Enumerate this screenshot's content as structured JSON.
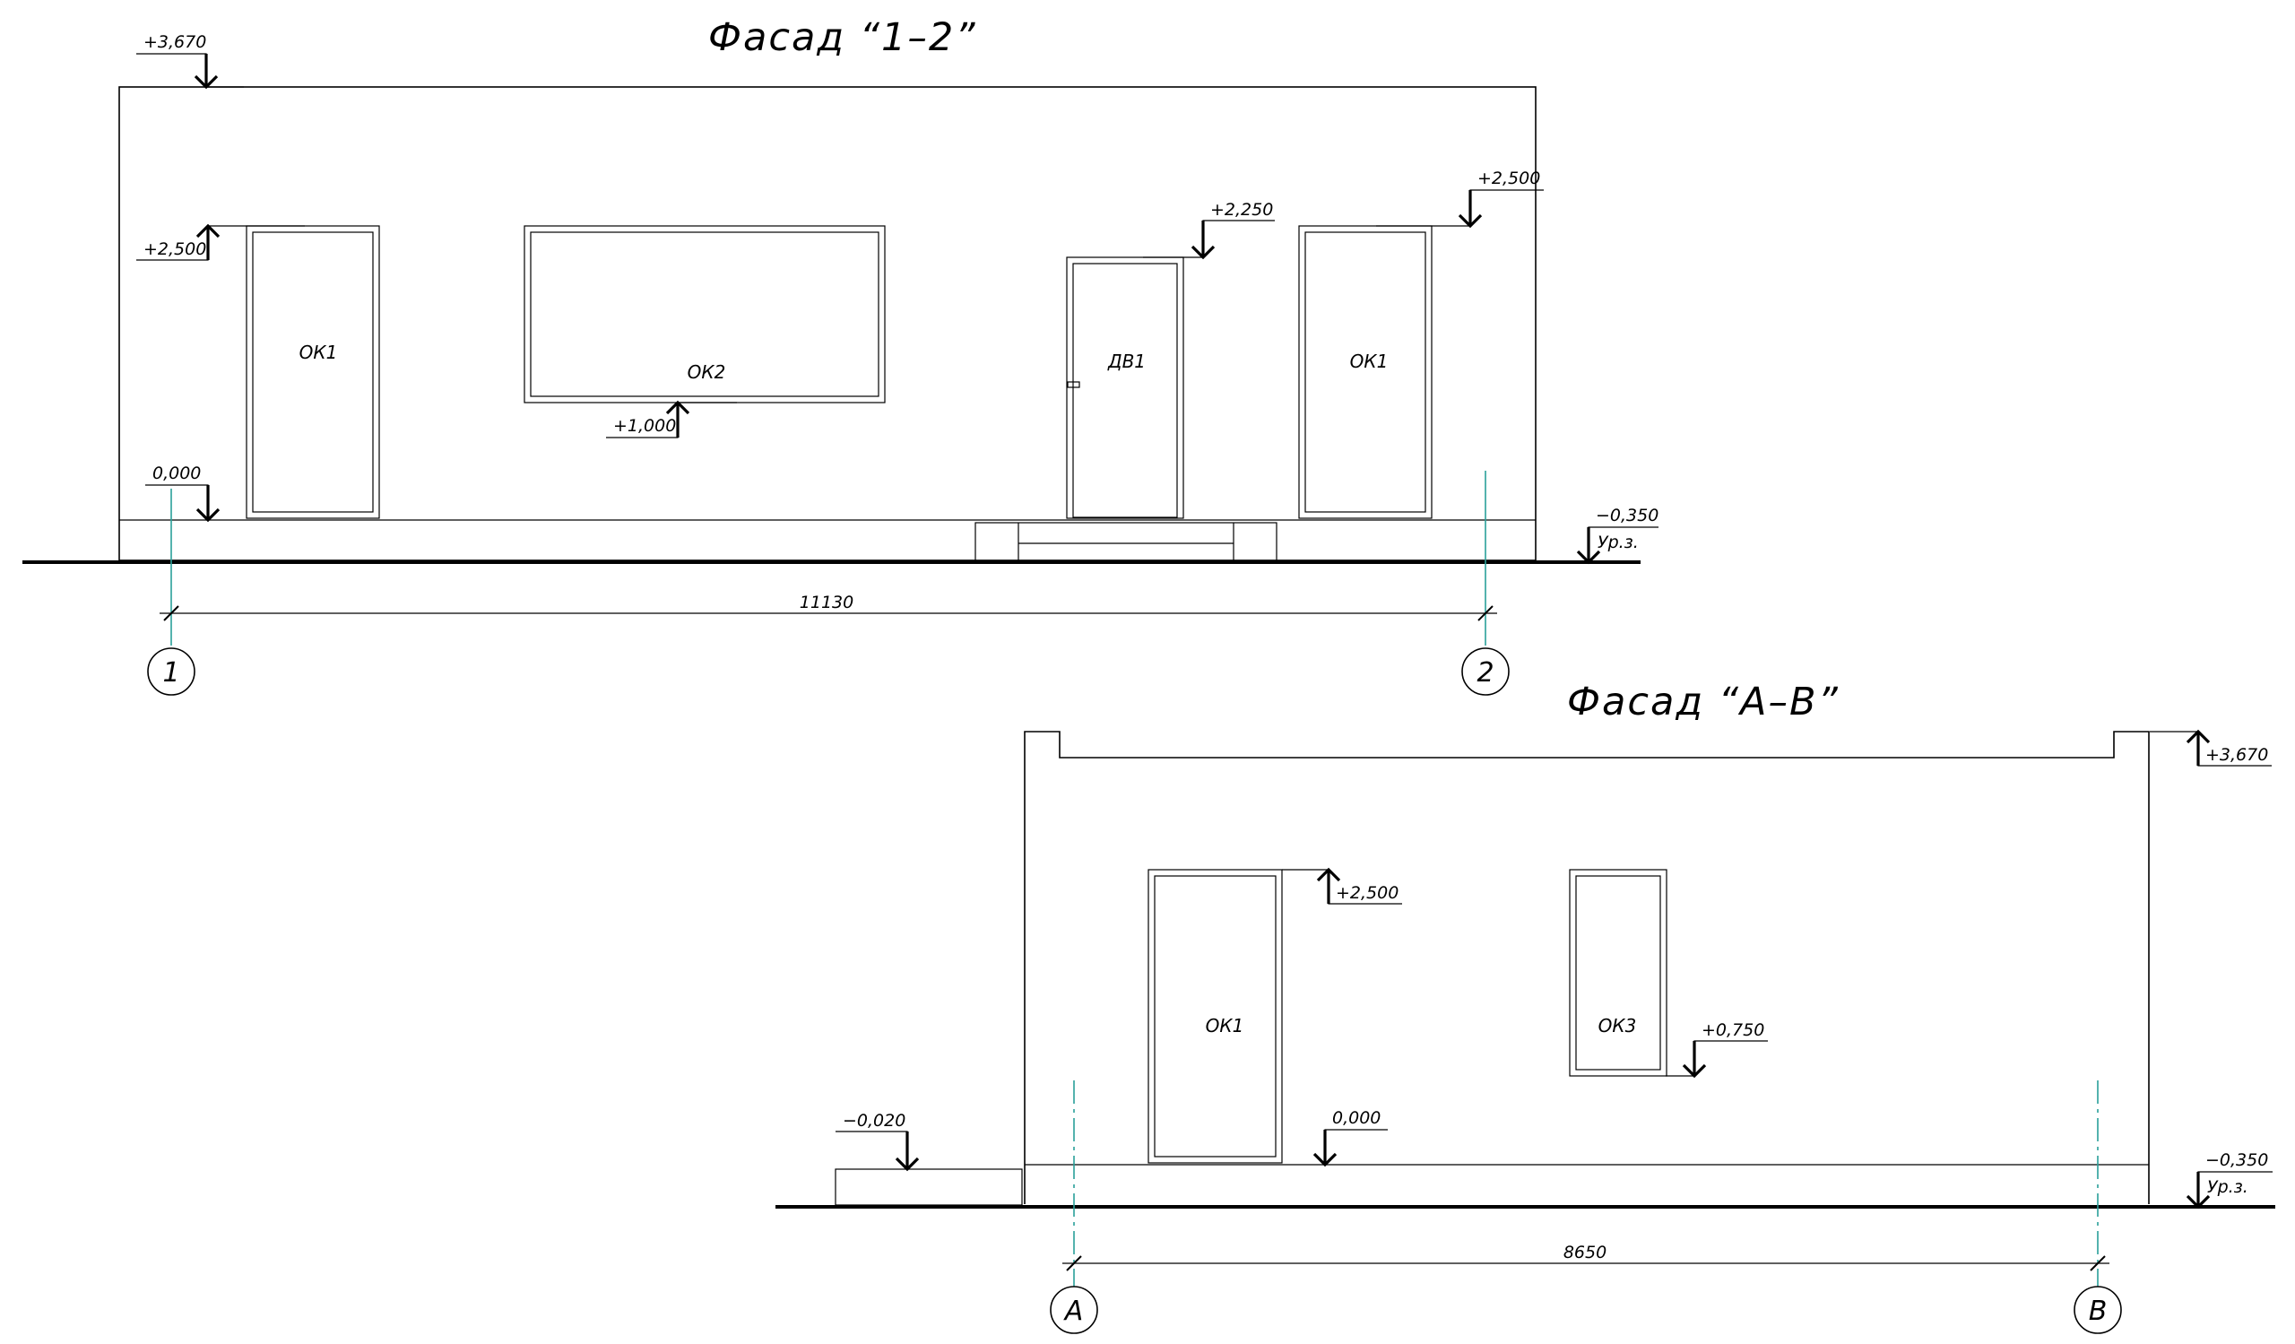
{
  "facade_1_2": {
    "title": "Фасад “1–2”",
    "levels": {
      "top": "+3,670",
      "window_top": "+2,500",
      "floor": "0,000",
      "door_top": "+2,250",
      "window_top_right": "+2,500",
      "window_sill": "+1,000",
      "ground": "−0,350",
      "ground_label": "Ур.з."
    },
    "labels": {
      "ok1_left": "ОК1",
      "ok2": "ОК2",
      "dv1": "ДВ1",
      "ok1_right": "ОК1"
    },
    "dimension": "11130",
    "axes": {
      "left": "1",
      "right": "2"
    }
  },
  "facade_a_v": {
    "title": "Фасад “А–В”",
    "levels": {
      "top": "+3,670",
      "window_top": "+2,500",
      "window_sill": "+0,750",
      "floor": "0,000",
      "step": "−0,020",
      "ground": "−0,350",
      "ground_label": "Ур.з."
    },
    "labels": {
      "ok1": "ОК1",
      "ok3": "ОК3"
    },
    "dimension": "8650",
    "axes": {
      "left": "А",
      "right": "В"
    }
  }
}
